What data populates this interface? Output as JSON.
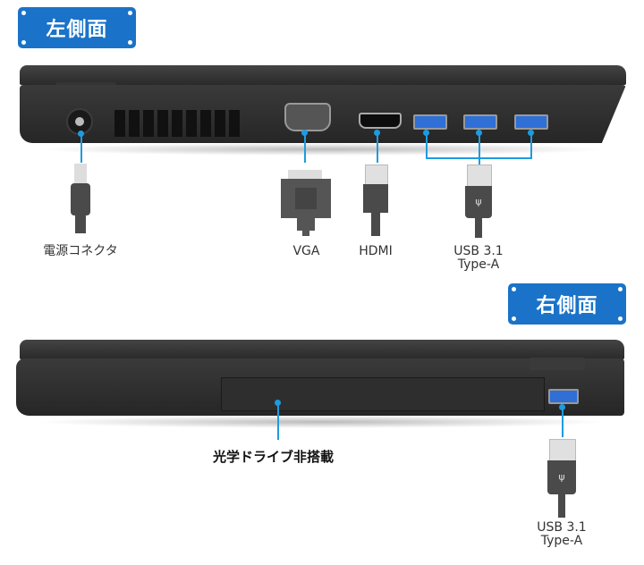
{
  "left_side": {
    "badge": "左側面",
    "ports": [
      {
        "id": "power",
        "label": "電源コネクタ"
      },
      {
        "id": "vga",
        "label": "VGA"
      },
      {
        "id": "hdmi",
        "label": "HDMI"
      },
      {
        "id": "usb",
        "label_line1": "USB 3.1",
        "label_line2": "Type-A",
        "count": 3
      }
    ]
  },
  "right_side": {
    "badge": "右側面",
    "optical_drive": {
      "label": "光学ドライブ非搭載"
    },
    "ports": [
      {
        "id": "usb",
        "label_line1": "USB 3.1",
        "label_line2": "Type-A",
        "count": 1
      }
    ]
  },
  "colors": {
    "badge_blue": "#1a73c8",
    "callout_blue": "#1e9be0",
    "laptop_body": "#2b2b2b",
    "usb_port_blue": "#2f6fd6"
  }
}
